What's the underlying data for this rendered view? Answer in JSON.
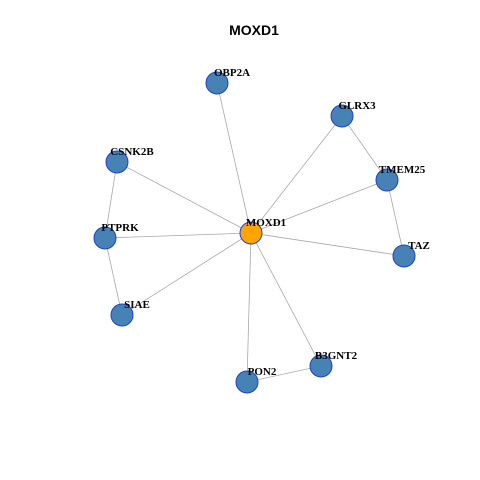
{
  "title": "MOXD1",
  "colors": {
    "hub": "#FFA500",
    "node": "#4682B4",
    "node_border": "#1F3FD0",
    "edge": "#A8A8A8"
  },
  "nodes": [
    {
      "id": "MOXD1",
      "label": "MOXD1",
      "role": "hub"
    },
    {
      "id": "OBP2A",
      "label": "OBP2A",
      "role": "neighbor"
    },
    {
      "id": "GLRX3",
      "label": "GLRX3",
      "role": "neighbor"
    },
    {
      "id": "CSNK2B",
      "label": "CSNK2B",
      "role": "neighbor"
    },
    {
      "id": "TMEM25",
      "label": "TMEM25",
      "role": "neighbor"
    },
    {
      "id": "PTPRK",
      "label": "PTPRK",
      "role": "neighbor"
    },
    {
      "id": "TAZ",
      "label": "TAZ",
      "role": "neighbor"
    },
    {
      "id": "SIAE",
      "label": "SIAE",
      "role": "neighbor"
    },
    {
      "id": "B3GNT2",
      "label": "B3GNT2",
      "role": "neighbor"
    },
    {
      "id": "PON2",
      "label": "PON2",
      "role": "neighbor"
    }
  ],
  "edges": [
    [
      "MOXD1",
      "OBP2A"
    ],
    [
      "MOXD1",
      "GLRX3"
    ],
    [
      "MOXD1",
      "CSNK2B"
    ],
    [
      "MOXD1",
      "TMEM25"
    ],
    [
      "MOXD1",
      "PTPRK"
    ],
    [
      "MOXD1",
      "TAZ"
    ],
    [
      "MOXD1",
      "SIAE"
    ],
    [
      "MOXD1",
      "B3GNT2"
    ],
    [
      "MOXD1",
      "PON2"
    ],
    [
      "GLRX3",
      "TMEM25"
    ],
    [
      "TMEM25",
      "TAZ"
    ],
    [
      "CSNK2B",
      "PTPRK"
    ],
    [
      "PTPRK",
      "SIAE"
    ],
    [
      "PON2",
      "B3GNT2"
    ]
  ]
}
